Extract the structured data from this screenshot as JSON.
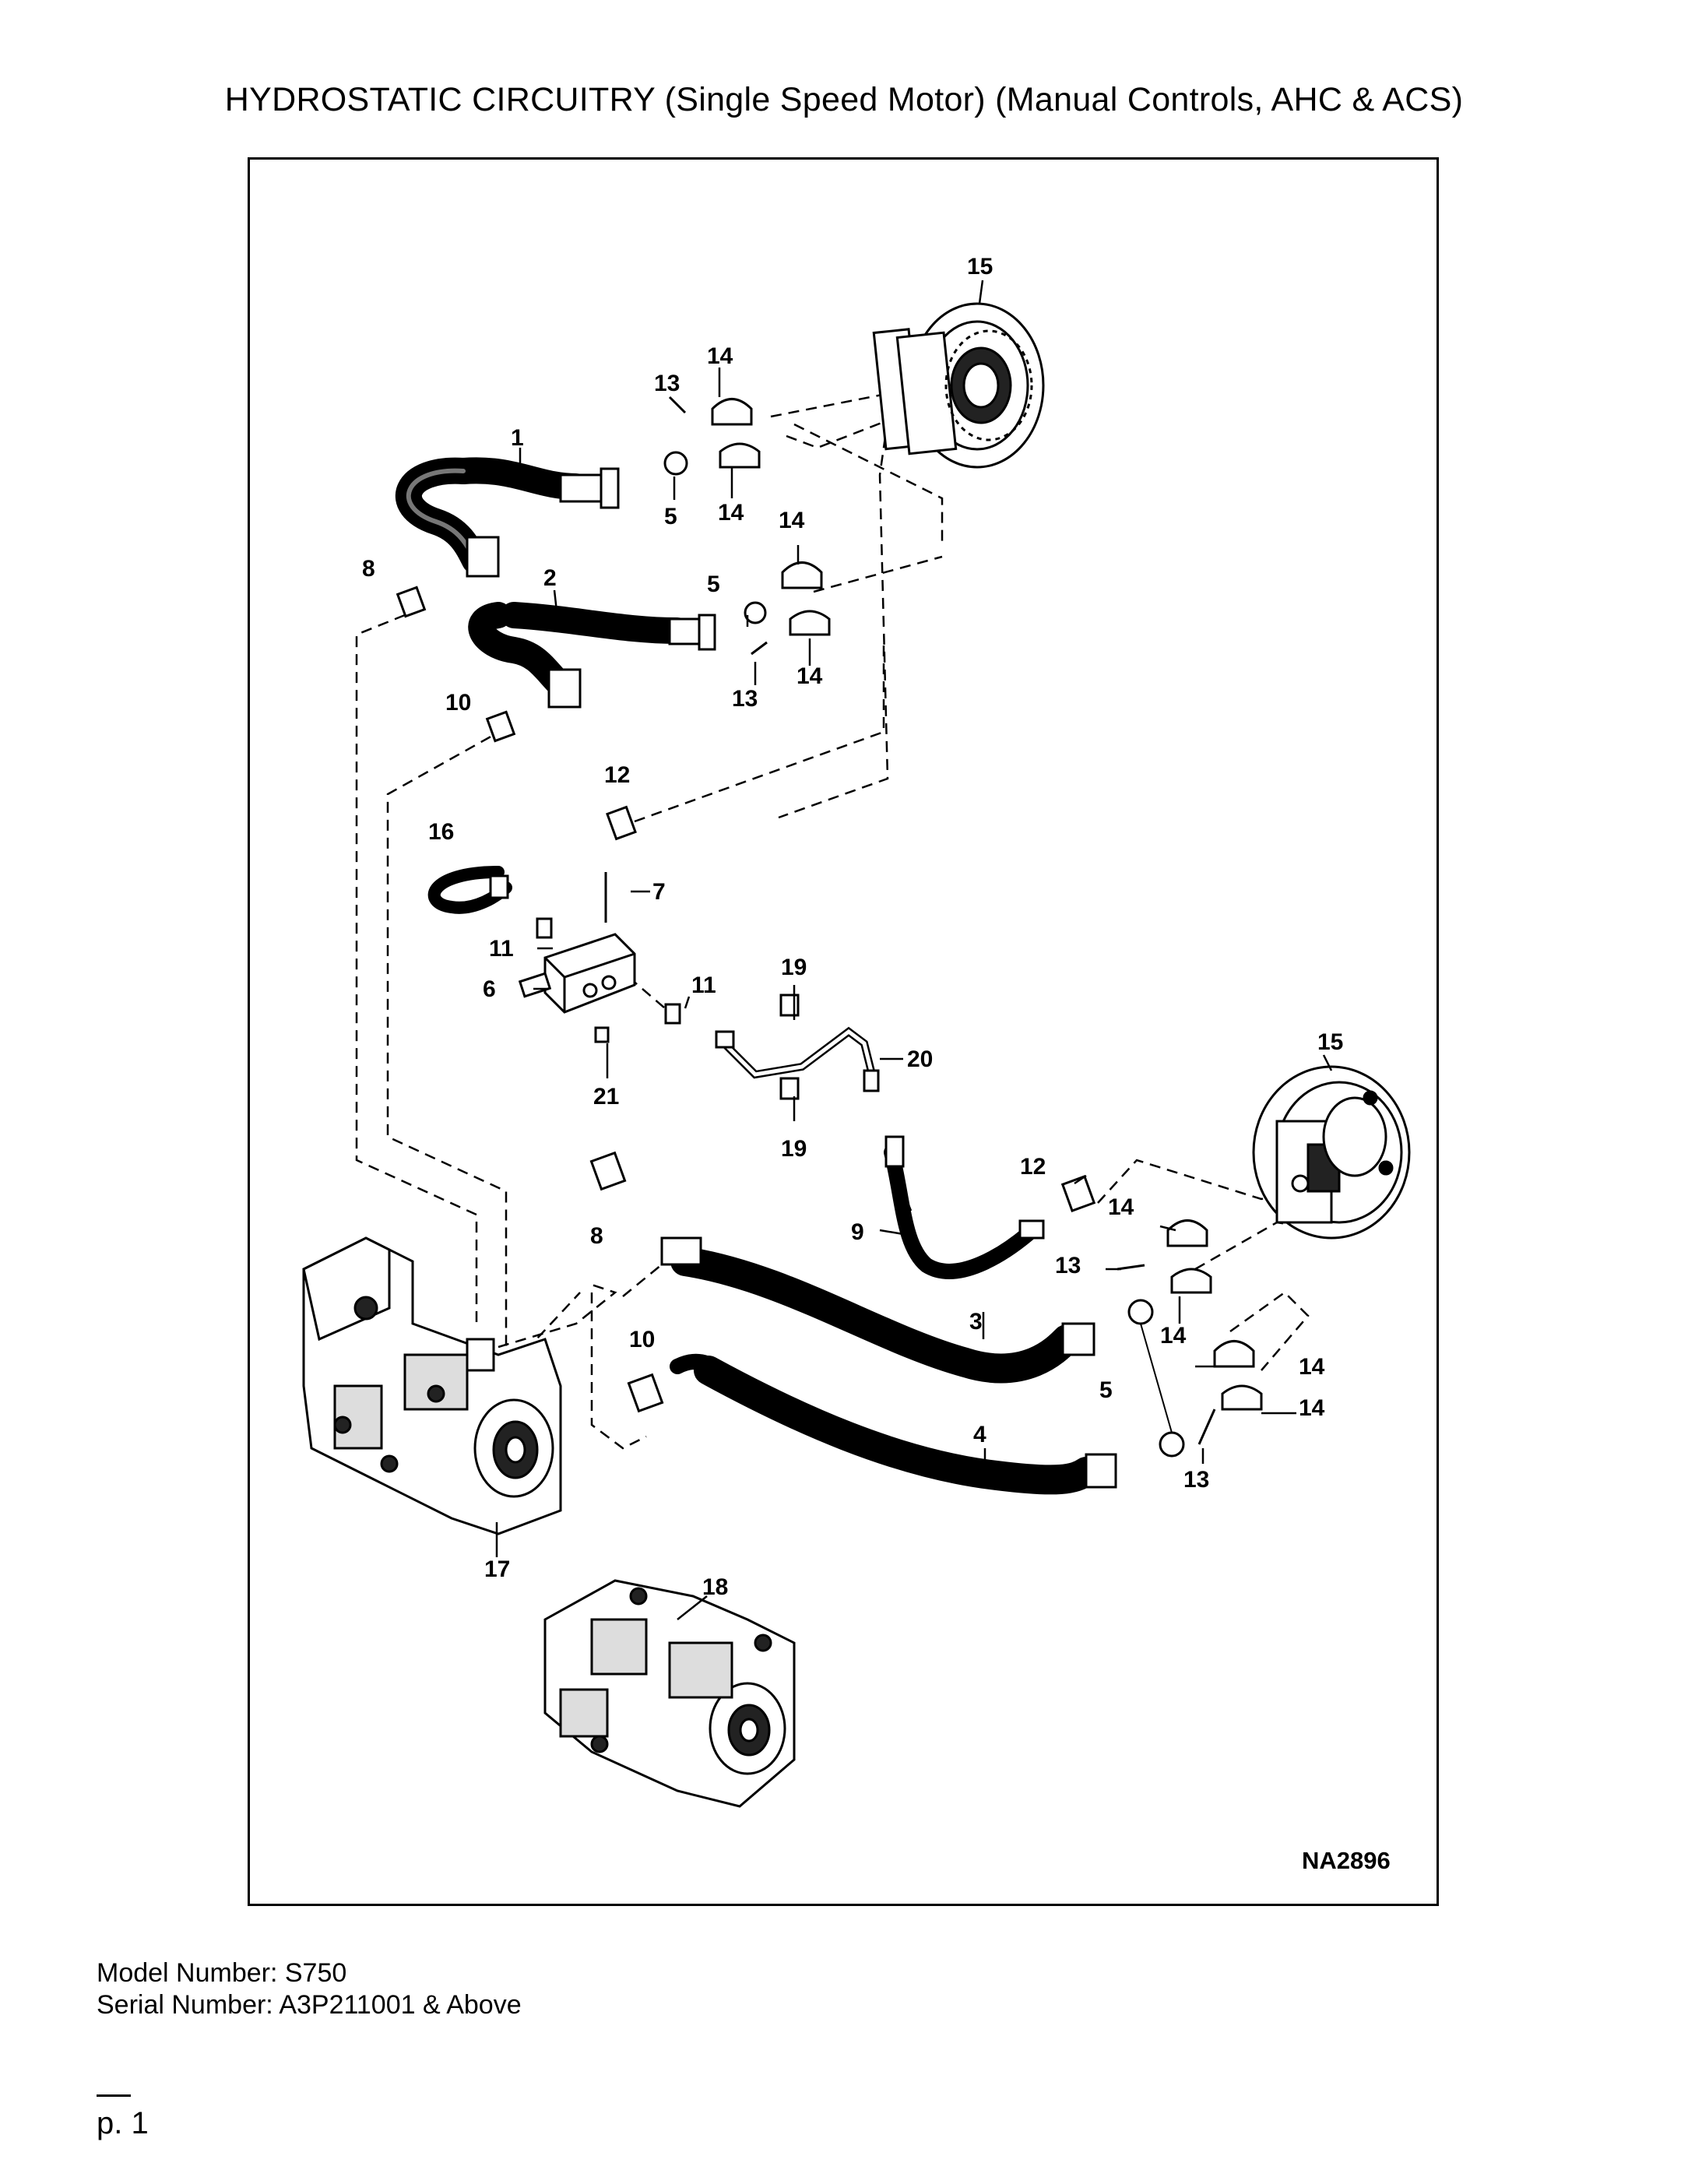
{
  "title": "HYDROSTATIC CIRCUITRY (Single Speed Motor) (Manual Controls, AHC & ACS)",
  "diagram": {
    "code": "NA2896",
    "callouts": {
      "c1": "1",
      "c2": "2",
      "c3": "3",
      "c4": "4",
      "c5a": "5",
      "c5b": "5",
      "c5c": "5",
      "c6": "6",
      "c7": "7",
      "c8a": "8",
      "c8b": "8",
      "c9": "9",
      "c10a": "10",
      "c10b": "10",
      "c11a": "11",
      "c11b": "11",
      "c12a": "12",
      "c12b": "12",
      "c13a": "13",
      "c13b": "13",
      "c13c": "13",
      "c13d": "13",
      "c14a": "14",
      "c14b": "14",
      "c14c": "14",
      "c14d": "14",
      "c14e": "14",
      "c14f": "14",
      "c14g": "14",
      "c15a": "15",
      "c15b": "15",
      "c16": "16",
      "c17": "17",
      "c18": "18",
      "c19a": "19",
      "c19b": "19",
      "c20": "20",
      "c21": "21"
    }
  },
  "footer": {
    "model": "Model Number: S750",
    "serial": "Serial Number: A3P211001 & Above",
    "page": "p. 1"
  }
}
